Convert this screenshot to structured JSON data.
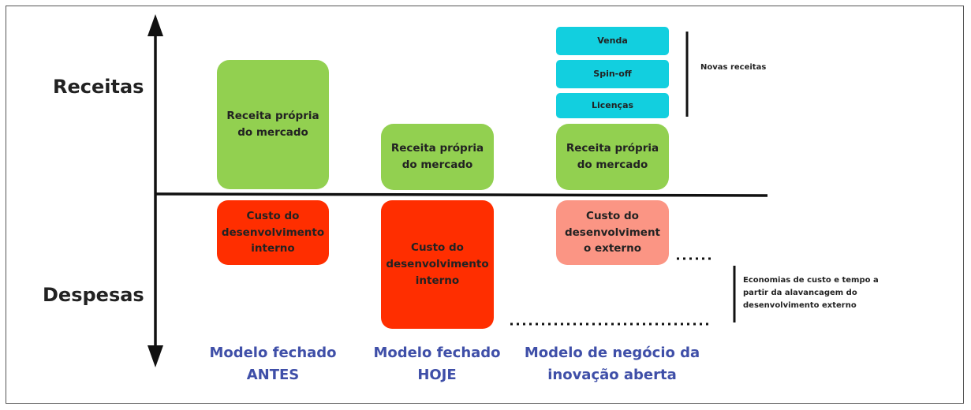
{
  "axis": {
    "top_label": "Receitas",
    "bottom_label": "Despesas"
  },
  "models": [
    {
      "label": "Modelo fechado\nANTES"
    },
    {
      "label": "Modelo fechado\nHOJE"
    },
    {
      "label": "Modelo de negócio da\ninovação aberta"
    }
  ],
  "boxes": {
    "antes_receita": "Receita própria\ndo mercado",
    "antes_custo": "Custo do\ndesenvolvimento\ninterno",
    "hoje_receita": "Receita própria\ndo mercado",
    "hoje_custo": "Custo do\ndesenvolvimento\ninterno",
    "aberta_receita": "Receita própria\ndo mercado",
    "aberta_custo": "Custo do\ndesenvolviment\no externo",
    "venda": "Venda",
    "spinoff": "Spin-off",
    "licencas": "Licenças"
  },
  "notes": {
    "novas_receitas": "Novas receitas",
    "economias": "Economias de custo e tempo a\npartir da alavancagem do\ndesenvolvimento externo"
  },
  "colors": {
    "green": "#92d050",
    "red": "#ff2e00",
    "salmon": "#fb9584",
    "cyan": "#12cfdf",
    "model_text": "#3f4fa8"
  }
}
